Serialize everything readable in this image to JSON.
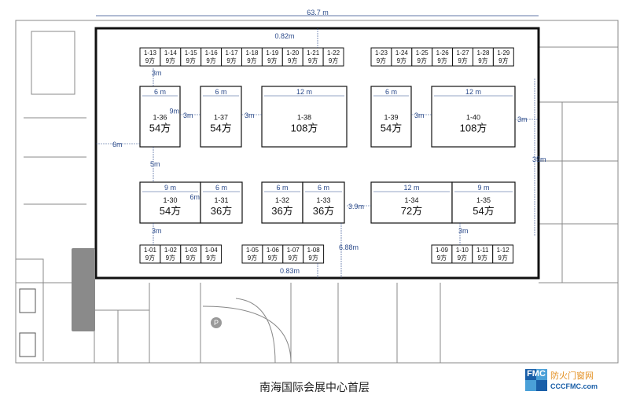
{
  "plan": {
    "caption": "南海国际会展中心首层",
    "overall_width": "63.7 m",
    "top_gap": "0.82m",
    "bottom_gap": "0.83m",
    "left_gap": "6m",
    "right_gap": "3m",
    "right_side": "35m",
    "vertical_gap": "6.88m",
    "mid_gap": "3.9m"
  },
  "small_booths": [
    {
      "id": "1-13",
      "size": "9方"
    },
    {
      "id": "1-14",
      "size": "9方"
    },
    {
      "id": "1-15",
      "size": "9方"
    },
    {
      "id": "1-16",
      "size": "9方"
    },
    {
      "id": "1-17",
      "size": "9方"
    },
    {
      "id": "1-18",
      "size": "9方"
    },
    {
      "id": "1-19",
      "size": "9方"
    },
    {
      "id": "1-20",
      "size": "9方"
    },
    {
      "id": "1-21",
      "size": "9方"
    },
    {
      "id": "1-22",
      "size": "9方"
    },
    {
      "id": "1-23",
      "size": "9方"
    },
    {
      "id": "1-24",
      "size": "9方"
    },
    {
      "id": "1-25",
      "size": "9方"
    },
    {
      "id": "1-26",
      "size": "9方"
    },
    {
      "id": "1-27",
      "size": "9方"
    },
    {
      "id": "1-28",
      "size": "9方"
    },
    {
      "id": "1-29",
      "size": "9方"
    },
    {
      "id": "1-01",
      "size": "9方"
    },
    {
      "id": "1-02",
      "size": "9方"
    },
    {
      "id": "1-03",
      "size": "9方"
    },
    {
      "id": "1-04",
      "size": "9方"
    },
    {
      "id": "1-05",
      "size": "9方"
    },
    {
      "id": "1-06",
      "size": "9方"
    },
    {
      "id": "1-07",
      "size": "9方"
    },
    {
      "id": "1-08",
      "size": "9方"
    },
    {
      "id": "1-09",
      "size": "9方"
    },
    {
      "id": "1-10",
      "size": "9方"
    },
    {
      "id": "1-11",
      "size": "9方"
    },
    {
      "id": "1-12",
      "size": "9方"
    }
  ],
  "big_booths": [
    {
      "id": "1-36",
      "size": "54方",
      "width": "6 m",
      "depth": "9m"
    },
    {
      "id": "1-37",
      "size": "54方",
      "width": "6 m"
    },
    {
      "id": "1-38",
      "size": "108方",
      "width": "12 m"
    },
    {
      "id": "1-39",
      "size": "54方",
      "width": "6 m"
    },
    {
      "id": "1-40",
      "size": "108方",
      "width": "12 m"
    },
    {
      "id": "1-30",
      "size": "54方",
      "width": "9 m",
      "depth": "6m"
    },
    {
      "id": "1-31",
      "size": "36方",
      "width": "6 m"
    },
    {
      "id": "1-32",
      "size": "36方",
      "width": "6 m"
    },
    {
      "id": "1-33",
      "size": "36方",
      "width": "6 m"
    },
    {
      "id": "1-34",
      "size": "72方",
      "width": "12 m"
    },
    {
      "id": "1-35",
      "size": "54方",
      "width": "9 m"
    }
  ],
  "aisles": {
    "g3": "3m",
    "g5": "5m"
  },
  "watermark": {
    "letters": "FMC",
    "cn": "防火门窗网",
    "domain": "CCCFMC.com"
  },
  "colors": {
    "wall": "#111111",
    "dimension": "#2b4a8a",
    "outer": "#888888"
  }
}
